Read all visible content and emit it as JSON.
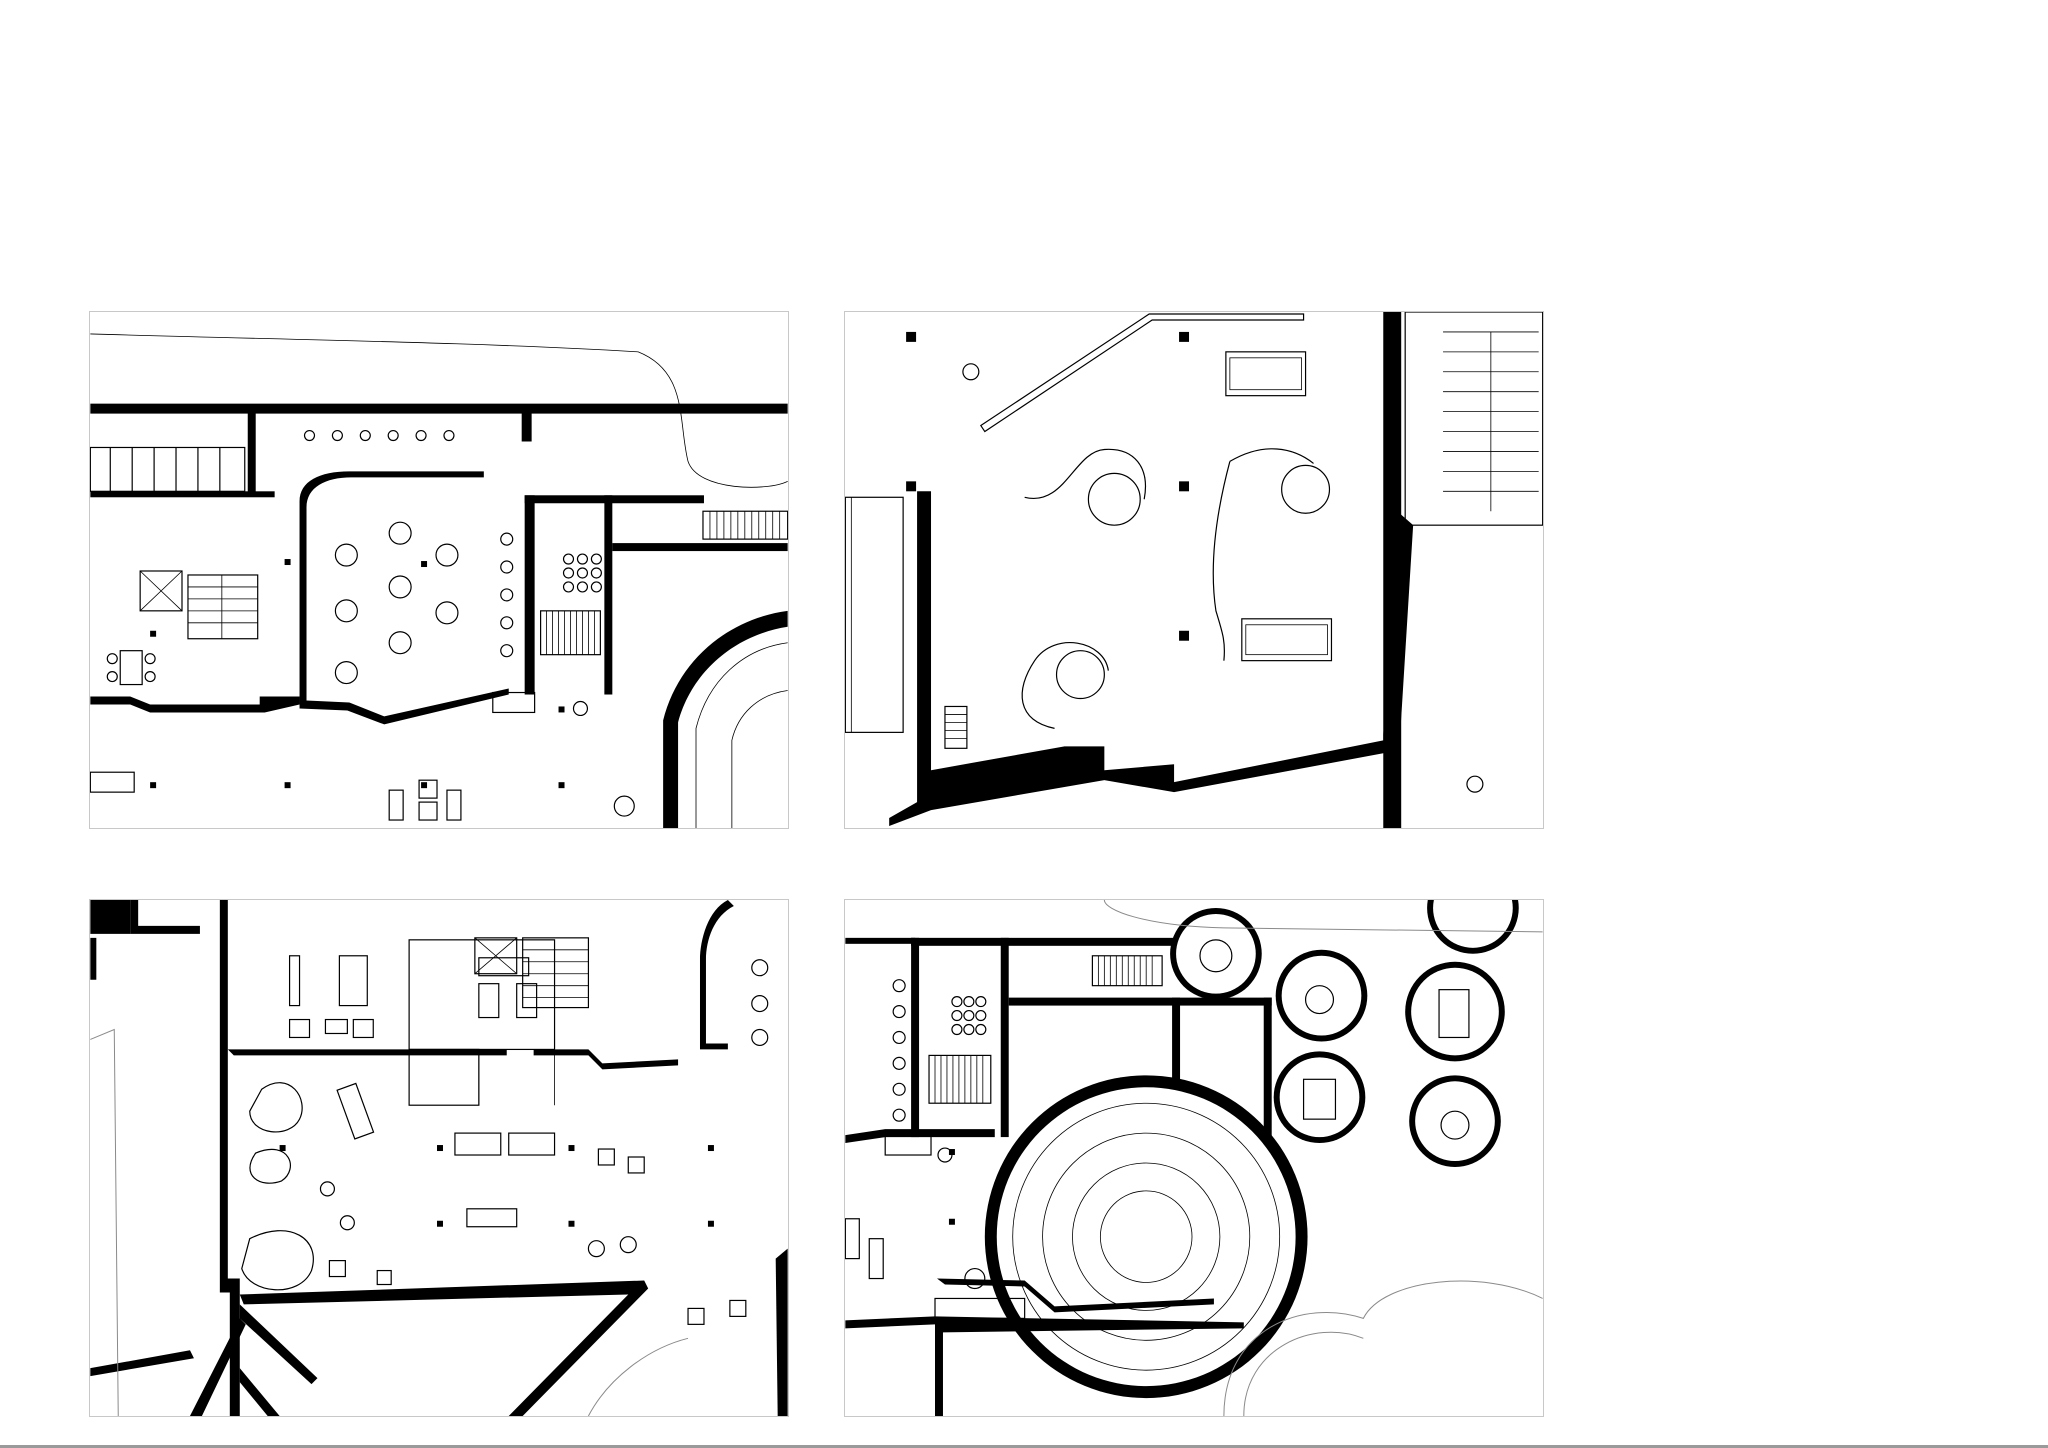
{
  "sheet": {
    "background": "#ffffff",
    "line_color": "#000000",
    "panels": [
      {
        "id": "panel-tl",
        "view": "floor-plan-detail"
      },
      {
        "id": "panel-tr",
        "view": "floor-plan-detail"
      },
      {
        "id": "panel-bl",
        "view": "floor-plan-detail"
      },
      {
        "id": "panel-br",
        "view": "floor-plan-detail"
      }
    ]
  }
}
